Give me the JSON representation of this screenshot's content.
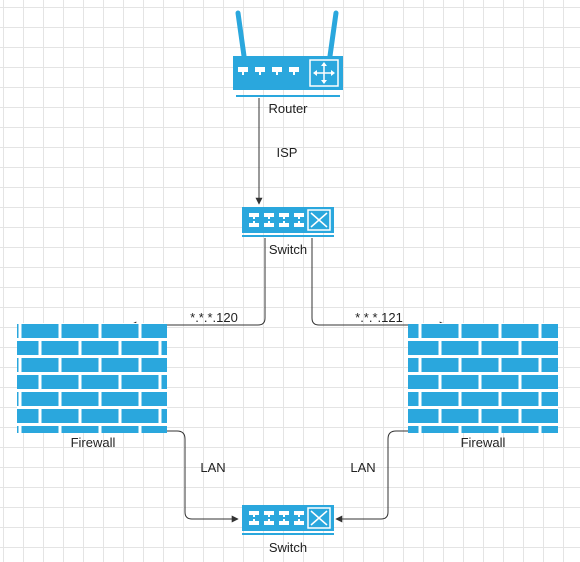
{
  "colors": {
    "device_blue": "#2aa7dd",
    "line": "#333333",
    "grid": "#e4e4e4"
  },
  "nodes": {
    "router": {
      "label": "Router",
      "icon": "router-icon"
    },
    "switch_top": {
      "label": "Switch",
      "icon": "switch-icon"
    },
    "firewall_left": {
      "label": "Firewall",
      "icon": "firewall-brick-icon"
    },
    "firewall_right": {
      "label": "Firewall",
      "icon": "firewall-brick-icon"
    },
    "switch_bottom": {
      "label": "Switch",
      "icon": "switch-icon"
    }
  },
  "edges": {
    "isp": {
      "label": "ISP"
    },
    "to_fw_left": {
      "label": "*.*.*.120"
    },
    "to_fw_right": {
      "label": "*.*.*.121"
    },
    "lan_left": {
      "label": "LAN"
    },
    "lan_right": {
      "label": "LAN"
    }
  }
}
